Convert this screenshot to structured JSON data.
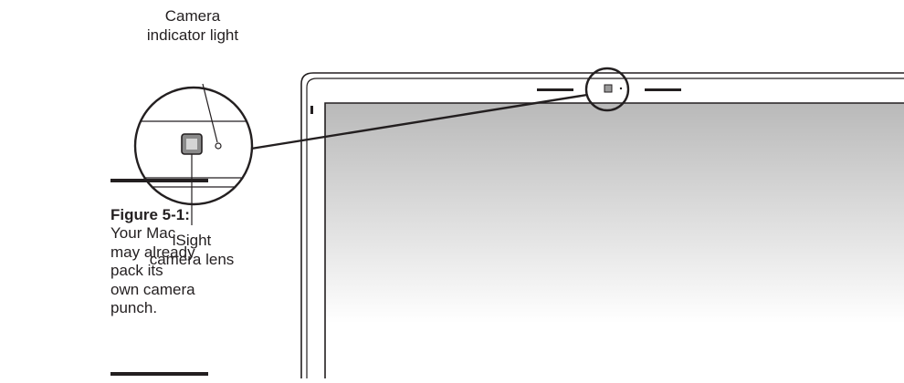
{
  "figure": {
    "label": "Figure 5-1:",
    "caption_lines": [
      "Your Mac",
      "may already",
      "pack its",
      "own camera",
      "punch."
    ]
  },
  "callouts": {
    "indicator_light": [
      "Camera",
      "indicator light"
    ],
    "camera_lens": [
      "iSight",
      "camera lens"
    ]
  },
  "colors": {
    "ink": "#231f20",
    "screen_top": "#b9b9b9",
    "screen_bottom": "#ffffff"
  }
}
